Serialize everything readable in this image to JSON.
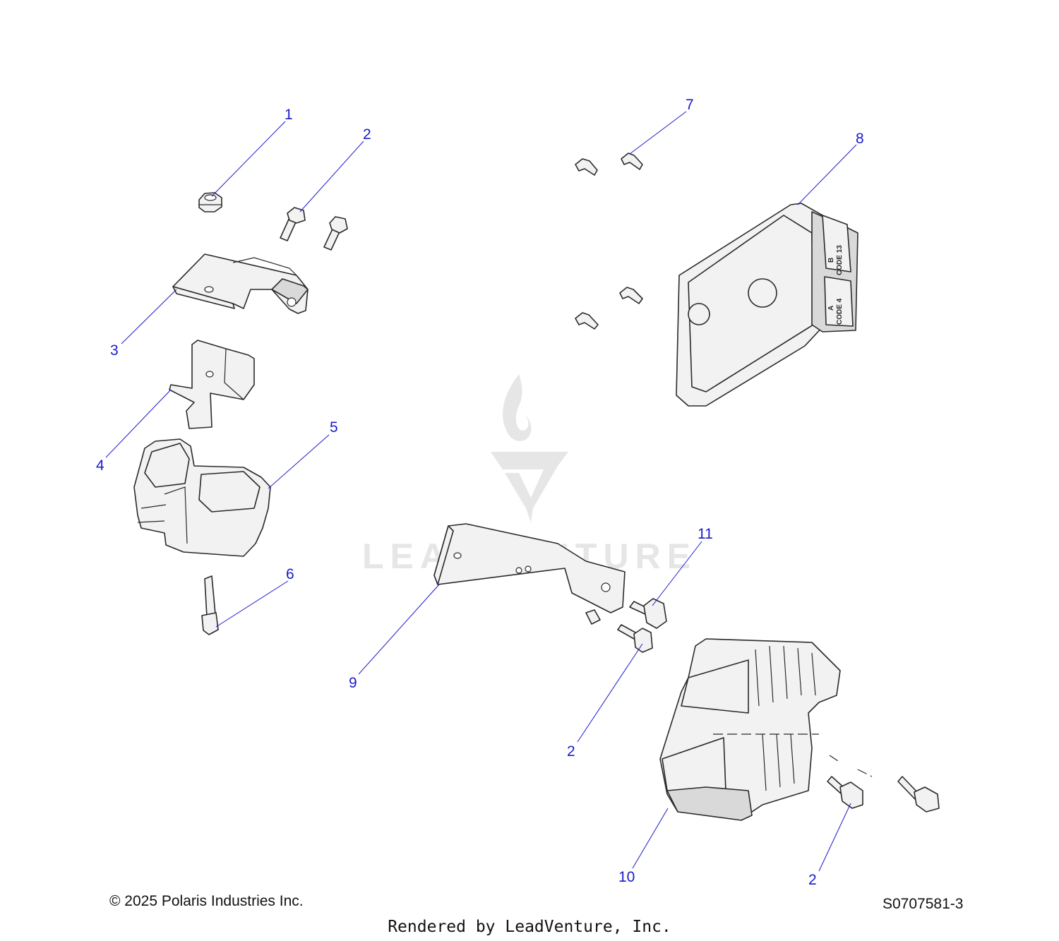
{
  "diagram": {
    "callouts": [
      {
        "id": "c1",
        "label": "1"
      },
      {
        "id": "c2a",
        "label": "2"
      },
      {
        "id": "c3",
        "label": "3"
      },
      {
        "id": "c4",
        "label": "4"
      },
      {
        "id": "c5",
        "label": "5"
      },
      {
        "id": "c6",
        "label": "6"
      },
      {
        "id": "c7",
        "label": "7"
      },
      {
        "id": "c8",
        "label": "8"
      },
      {
        "id": "c9",
        "label": "9"
      },
      {
        "id": "c11",
        "label": "11"
      },
      {
        "id": "c2b",
        "label": "2"
      },
      {
        "id": "c10",
        "label": "10"
      },
      {
        "id": "c2c",
        "label": "2"
      }
    ],
    "ecu_labels": {
      "connector_top": "CODE 13",
      "connector_top_sub": "B",
      "connector_bottom": "CODE 4",
      "connector_bottom_sub": "A"
    },
    "watermark": "LEADVENTURE",
    "colors": {
      "callout": "#1a1acc",
      "line": "#2a2a2a",
      "part_fill": "#f2f2f2",
      "watermark": "#e6e6e6"
    }
  },
  "footer": {
    "copyright": "© 2025 Polaris Industries Inc.",
    "diagram_code": "S0707581-3",
    "rendered_by": "Rendered by LeadVenture, Inc."
  }
}
